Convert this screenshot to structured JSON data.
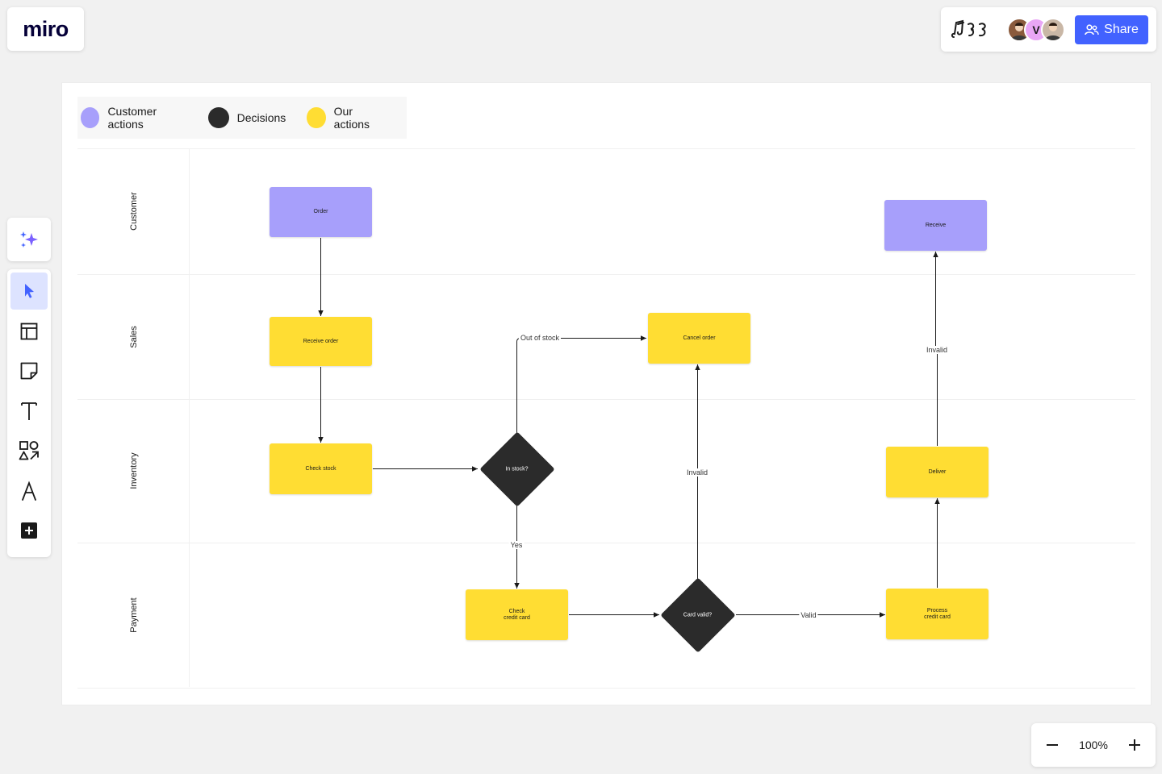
{
  "app": {
    "logo_text": "miro"
  },
  "header": {
    "share_label": "Share",
    "avatars": [
      {
        "kind": "photo",
        "color": "#8a5a3c"
      },
      {
        "kind": "initial",
        "initial": "V",
        "color": "#e9a6f5"
      },
      {
        "kind": "photo",
        "color": "#c9b7a6"
      }
    ],
    "accent_color": "#4262ff"
  },
  "toolbar": {
    "ai_icon": "sparkle-icon",
    "tools": [
      {
        "name": "select",
        "icon": "cursor-icon",
        "active": true
      },
      {
        "name": "templates",
        "icon": "templates-icon",
        "active": false
      },
      {
        "name": "sticky-note",
        "icon": "sticky-note-icon",
        "active": false
      },
      {
        "name": "text",
        "icon": "text-icon",
        "active": false
      },
      {
        "name": "shapes",
        "icon": "shapes-icon",
        "active": false
      },
      {
        "name": "pen",
        "icon": "pen-icon",
        "active": false
      },
      {
        "name": "more",
        "icon": "plus-square-icon",
        "active": false
      }
    ]
  },
  "legend": {
    "items": [
      {
        "label": "Customer actions",
        "color": "#a79ffb"
      },
      {
        "label": "Decisions",
        "color": "#2b2b2b"
      },
      {
        "label": "Our actions",
        "color": "#ffdd33"
      }
    ]
  },
  "lanes": [
    "Customer",
    "Sales",
    "Inventory",
    "Payment"
  ],
  "nodes": {
    "order": "Order",
    "receive": "Receive",
    "receive_order": "Receive order",
    "cancel_order": "Cancel order",
    "check_stock": "Check stock",
    "in_stock": "In stock?",
    "deliver": "Deliver",
    "check_credit_card": "Check\ncredit card",
    "card_valid": "Card valid?",
    "process_credit_card": "Process\ncredit card"
  },
  "edges": {
    "out_of_stock": "Out of stock",
    "yes": "Yes",
    "invalid_cancel": "Invalid",
    "invalid_receive": "Invalid",
    "valid": "Valid"
  },
  "zoom": {
    "level": "100%"
  }
}
